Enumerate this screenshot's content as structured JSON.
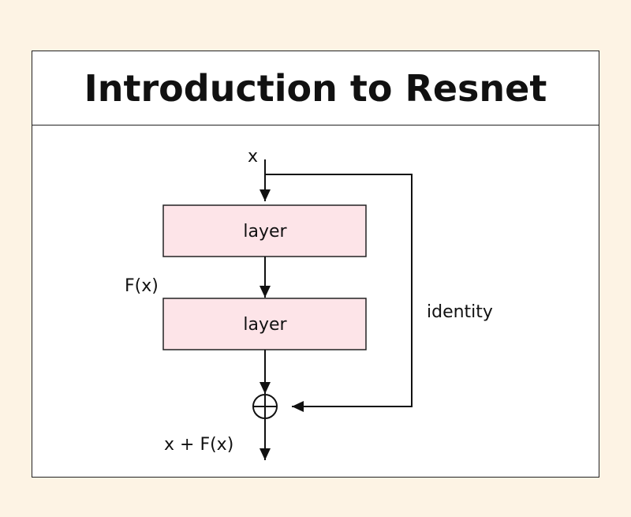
{
  "title": "Introduction to Resnet",
  "diagram": {
    "input_label": "x",
    "layers": [
      {
        "label": "layer"
      },
      {
        "label": "layer"
      }
    ],
    "intermediate_label": "F(x)",
    "skip_label": "identity",
    "output_label": "x + F(x)",
    "colors": {
      "background": "#fdf3e4",
      "layer_fill": "#fde4e8",
      "stroke": "#111111"
    }
  }
}
